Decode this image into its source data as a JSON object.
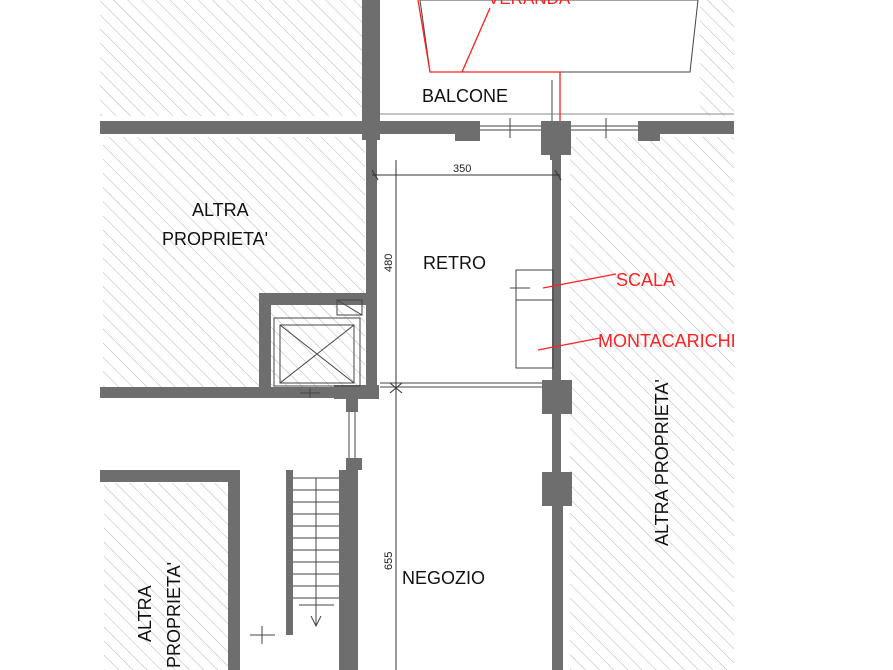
{
  "plan": {
    "rooms": {
      "veranda": "VERANDA",
      "balcone": "BALCONE",
      "retro": "RETRO",
      "negozio": "NEGOZIO"
    },
    "altra_proprieta": {
      "top_left_line1": "ALTRA",
      "top_left_line2": "PROPRIETA'",
      "right": "ALTRA PROPRIETA'",
      "bottom_left_line1": "ALTRA",
      "bottom_left_line2": "PROPRIETA'"
    },
    "annotations": {
      "scala": "SCALA",
      "montacarichi": "MONTACARICHI"
    },
    "dimensions": {
      "retro_width": "350",
      "retro_depth": "480",
      "negozio_depth": "655"
    },
    "colors": {
      "wall": "#6e6e6e",
      "hatch": "#b5b5b5",
      "annotation": "#ff2020",
      "ink": "#111111"
    }
  }
}
